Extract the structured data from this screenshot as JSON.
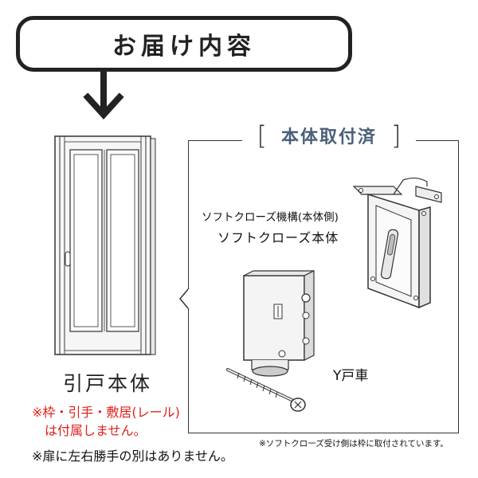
{
  "banner": {
    "title": "お届け内容"
  },
  "door": {
    "label": "引戸本体"
  },
  "notes": {
    "red_line1": "※枠・引手・敷居(レール)",
    "red_line2": "は付属しません。",
    "black_line": "※扉に左右勝手の別はありません。"
  },
  "panel": {
    "title": "本体取付済",
    "mechanism_label": "ソフトクローズ機構(本体側)",
    "body_label": "ソフトクローズ本体",
    "roller_label": "Y戸車",
    "footnote": "※ソフトクローズ受け側は枠に取付されています。"
  },
  "colors": {
    "title_blue": "#4a5f7a",
    "note_red": "#e0201c",
    "outline": "#222222"
  },
  "icons": {
    "arrow": "down-arrow-icon"
  }
}
